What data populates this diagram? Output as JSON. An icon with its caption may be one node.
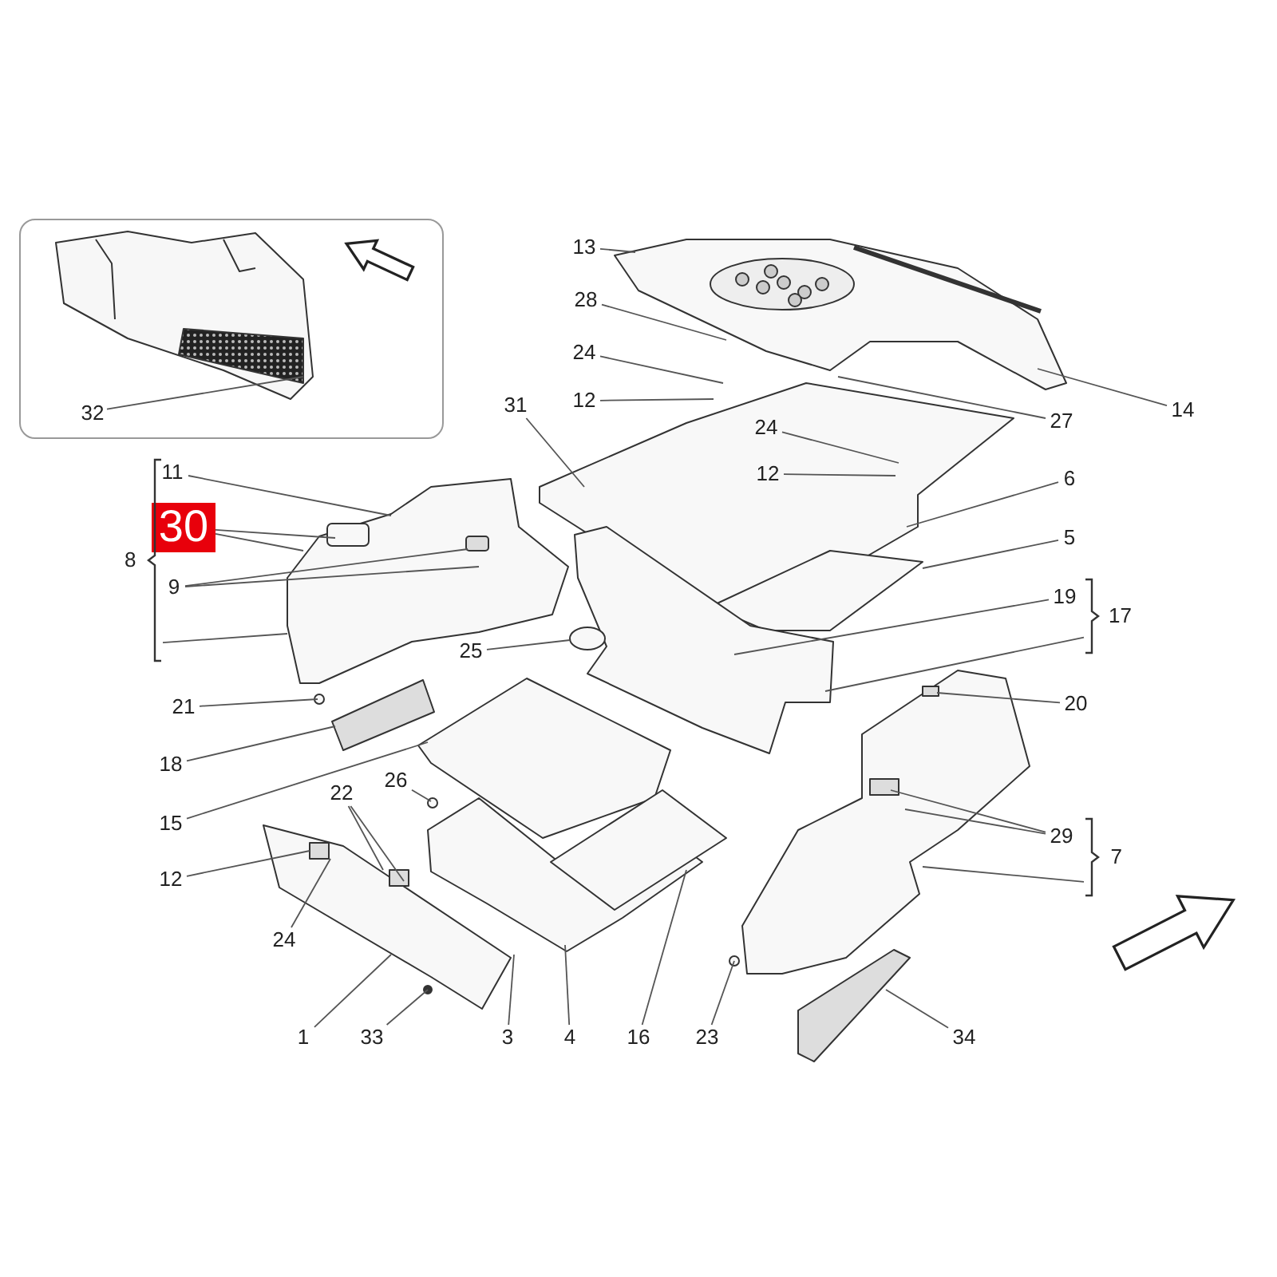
{
  "diagram": {
    "nodes": [
      {
        "text": [],
        "shape": "box"
      },
      {
        "text": [
          "32"
        ],
        "in": 0
      },
      {
        "text": [
          "13"
        ]
      },
      {
        "text": [
          "28"
        ]
      },
      {
        "text": [
          "24"
        ]
      },
      {
        "text": [
          "12"
        ]
      },
      {
        "text": [
          "31"
        ]
      },
      {
        "text": [
          "24"
        ]
      },
      {
        "text": [
          "12"
        ]
      },
      {
        "text": [
          "27"
        ]
      },
      {
        "text": [
          "14"
        ]
      },
      {
        "text": [
          "6"
        ]
      },
      {
        "text": [
          "5"
        ]
      },
      {
        "text": [
          "11"
        ]
      },
      {
        "text": [
          "30"
        ]
      },
      {
        "text": [
          "8"
        ]
      },
      {
        "text": [
          "9"
        ]
      },
      {
        "text": [
          "19"
        ]
      },
      {
        "text": [
          "17"
        ]
      },
      {
        "text": [
          "25"
        ]
      },
      {
        "text": [
          "21"
        ]
      },
      {
        "text": [
          "20"
        ]
      },
      {
        "text": [
          "18"
        ]
      },
      {
        "text": [
          "26"
        ]
      },
      {
        "text": [
          "15"
        ]
      },
      {
        "text": [
          "22"
        ]
      },
      {
        "text": [
          "12"
        ]
      },
      {
        "text": [
          "29"
        ]
      },
      {
        "text": [
          "7"
        ]
      },
      {
        "text": [
          "24"
        ]
      },
      {
        "text": [
          "1"
        ]
      },
      {
        "text": [
          "33"
        ]
      },
      {
        "text": [
          "3"
        ]
      },
      {
        "text": [
          "4"
        ]
      },
      {
        "text": [
          "16"
        ]
      },
      {
        "text": [
          "23"
        ]
      },
      {
        "text": [
          "34"
        ]
      }
    ],
    "edges": [
      {
        "from": 1,
        "to": null,
        "arrow": "none"
      },
      {
        "from": 2,
        "to": null,
        "arrow": "none"
      },
      {
        "from": 3,
        "to": null,
        "arrow": "none"
      },
      {
        "from": 4,
        "to": null,
        "arrow": "none"
      },
      {
        "from": 5,
        "to": null,
        "arrow": "none"
      },
      {
        "from": 6,
        "to": null,
        "arrow": "none"
      },
      {
        "from": 7,
        "to": null,
        "arrow": "none"
      },
      {
        "from": 8,
        "to": null,
        "arrow": "none"
      },
      {
        "from": 9,
        "to": null,
        "arrow": "none"
      },
      {
        "from": 10,
        "to": null,
        "arrow": "none"
      },
      {
        "from": 11,
        "to": null,
        "arrow": "none"
      },
      {
        "from": 12,
        "to": null,
        "arrow": "none"
      },
      {
        "from": 13,
        "to": null,
        "arrow": "none"
      },
      {
        "from": 14,
        "to": null,
        "arrow": "none"
      },
      {
        "from": 14,
        "to": null,
        "arrow": "none"
      },
      {
        "from": 16,
        "to": null,
        "arrow": "none"
      },
      {
        "from": 16,
        "to": null,
        "arrow": "none"
      },
      {
        "from": 15,
        "to": null,
        "arrow": "none"
      },
      {
        "from": 17,
        "to": null,
        "arrow": "none"
      },
      {
        "from": 18,
        "to": null,
        "arrow": "none"
      },
      {
        "from": 19,
        "to": null,
        "arrow": "none"
      },
      {
        "from": 20,
        "to": null,
        "arrow": "none"
      },
      {
        "from": 21,
        "to": null,
        "arrow": "none"
      },
      {
        "from": 22,
        "to": null,
        "arrow": "none"
      },
      {
        "from": 23,
        "to": null,
        "arrow": "none"
      },
      {
        "from": 24,
        "to": null,
        "arrow": "none"
      },
      {
        "from": 25,
        "to": null,
        "arrow": "none"
      },
      {
        "from": 25,
        "to": null,
        "arrow": "none"
      },
      {
        "from": 26,
        "to": null,
        "arrow": "none"
      },
      {
        "from": 27,
        "to": null,
        "arrow": "none"
      },
      {
        "from": 27,
        "to": null,
        "arrow": "none"
      },
      {
        "from": 28,
        "to": null,
        "arrow": "none"
      },
      {
        "from": 29,
        "to": null,
        "arrow": "none"
      },
      {
        "from": 30,
        "to": null,
        "arrow": "none"
      },
      {
        "from": 31,
        "to": null,
        "arrow": "none"
      },
      {
        "from": 32,
        "to": null,
        "arrow": "none"
      },
      {
        "from": 33,
        "to": null,
        "arrow": "none"
      },
      {
        "from": 34,
        "to": null,
        "arrow": "none"
      },
      {
        "from": 35,
        "to": null,
        "arrow": "none"
      },
      {
        "from": 36,
        "to": null,
        "arrow": "none"
      }
    ]
  }
}
